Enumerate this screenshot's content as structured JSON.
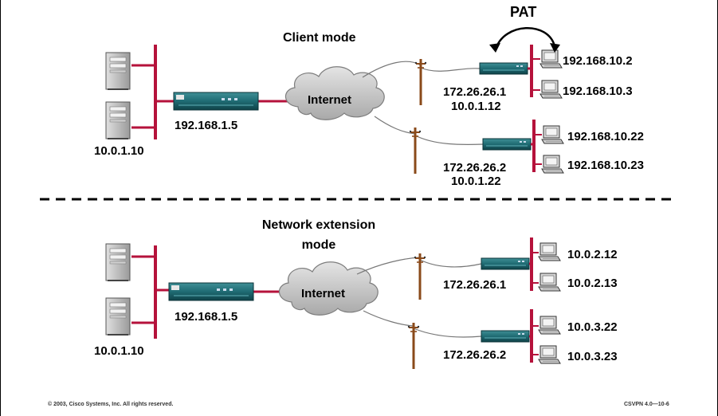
{
  "client": {
    "title": "Client mode",
    "pat_label": "PAT",
    "concentrator_ip": "192.168.1.5",
    "server_ip": "10.0.1.10",
    "cloud_label": "Internet",
    "site1": {
      "public_ip": "172.26.26.1",
      "assigned_ip": "10.0.1.12",
      "hosts": [
        "192.168.10.2",
        "192.168.10.3"
      ]
    },
    "site2": {
      "public_ip": "172.26.26.2",
      "assigned_ip": "10.0.1.22",
      "hosts": [
        "192.168.10.22",
        "192.168.10.23"
      ]
    }
  },
  "network_ext": {
    "title_line1": "Network extension",
    "title_line2": "mode",
    "concentrator_ip": "192.168.1.5",
    "server_ip": "10.0.1.10",
    "cloud_label": "Internet",
    "site1": {
      "public_ip": "172.26.26.1",
      "hosts": [
        "10.0.2.12",
        "10.0.2.13"
      ]
    },
    "site2": {
      "public_ip": "172.26.26.2",
      "hosts": [
        "10.0.3.22",
        "10.0.3.23"
      ]
    }
  },
  "footer": {
    "copyright": "© 2003, Cisco Systems, Inc. All rights reserved.",
    "course_code": "CSVPN 4.0—10-6"
  },
  "colors": {
    "ethernet": "#b5123b",
    "device": "#1f6b73",
    "cloud": "#c9c9c9",
    "pole": "#8a4a1a",
    "server": "#bdbdbd"
  }
}
